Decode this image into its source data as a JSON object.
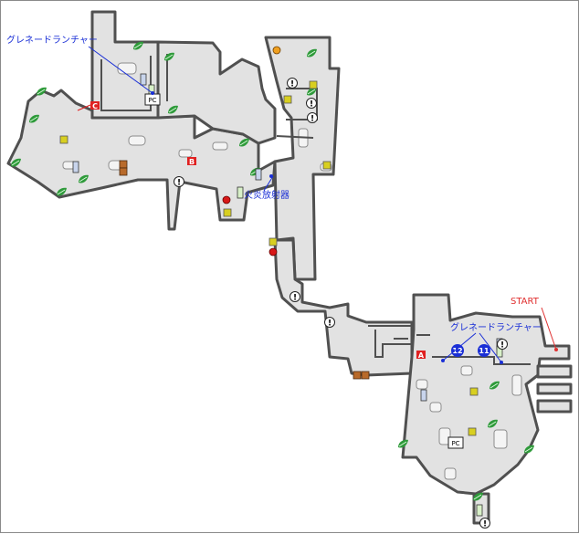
{
  "labels": {
    "grenade_launcher_top": "グレネードランチャー",
    "flamethrower": "火炎放射器",
    "grenade_launcher_right": "グレネードランチャー",
    "start": "START"
  },
  "markers": {
    "door_a": "A",
    "door_b": "B",
    "door_c": "C",
    "pc_top": "PC",
    "pc_bottom": "PC",
    "route_12": "12",
    "route_11": "11",
    "save": "!"
  },
  "colors": {
    "floor": "#e2e2e2",
    "wall": "#505050",
    "herb": "#2e9a3a",
    "ammo": "#d8cf20",
    "crate": "#b86a2a",
    "door": "#e02020",
    "link_blue": "#1a2fd6",
    "start_red": "#e03030",
    "locker": "#c8d4ec"
  }
}
